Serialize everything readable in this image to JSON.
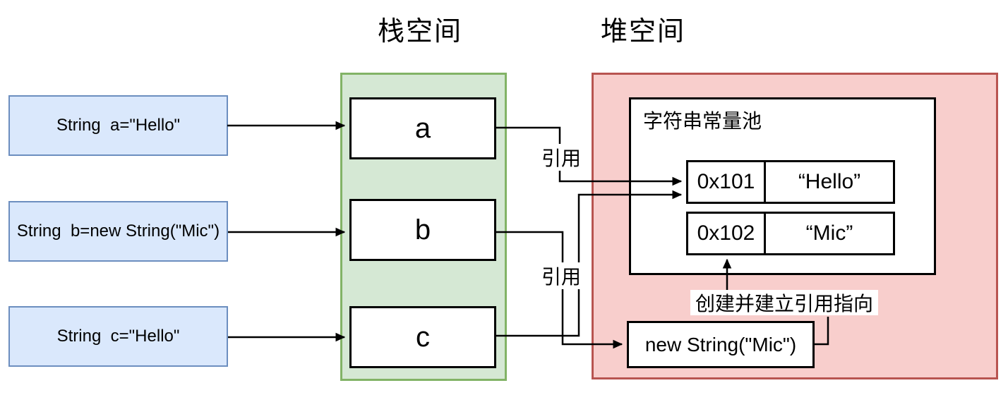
{
  "titles": {
    "stack": "栈空间",
    "heap": "堆空间"
  },
  "code_boxes": [
    {
      "label": "String  a=\"Hello\""
    },
    {
      "label": "String  b=new String(\"Mic\")"
    },
    {
      "label": "String  c=\"Hello\""
    }
  ],
  "stack_vars": [
    {
      "name": "a"
    },
    {
      "name": "b"
    },
    {
      "name": "c"
    }
  ],
  "heap": {
    "pool_title": "字符串常量池",
    "pool_entries": [
      {
        "address": "0x101",
        "value": "“Hello”"
      },
      {
        "address": "0x102",
        "value": "“Mic”"
      }
    ],
    "new_string_label": "new String(\"Mic\")"
  },
  "labels": {
    "reference_a": "引用",
    "reference_c": "引用",
    "create_reference": "创建并建立引用指向"
  },
  "colors": {
    "code_box_fill": "#dae8fc",
    "code_box_border": "#6c8ebf",
    "stack_region_fill": "#d5e8d4",
    "stack_region_border": "#82b366",
    "heap_region_fill": "#f8cecc",
    "heap_region_border": "#b85450",
    "box_border": "#000000",
    "line": "#000000"
  }
}
